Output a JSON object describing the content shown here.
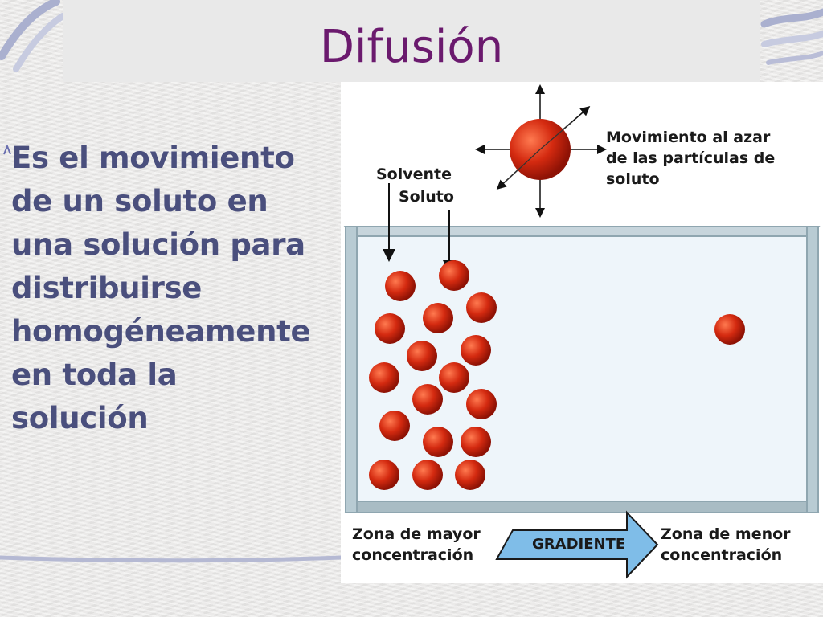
{
  "slide": {
    "title": "Difusión",
    "bullet_text": "Es el  movimiento\nde un soluto en\nuna solución para\ndistribuirse\nhomogéneamente\nen toda la\nsolución"
  },
  "diagram": {
    "random_motion_label": "Movimiento al azar\nde las partículas de\nsoluto",
    "solvent_label": "Solvente",
    "solute_label": "Soluto",
    "high_zone_label": "Zona de mayor\nconcentración",
    "low_zone_label": "Zona de menor\nconcentración",
    "gradient_label": "GRADIENTE",
    "colors": {
      "title": "#6b1a6e",
      "bullet_text": "#4a4f7d",
      "particle": "#d42a10",
      "container_border": "#8fa6b0",
      "container_fill": "#eef5fa",
      "gradient_arrow": "#7fbde8"
    }
  }
}
